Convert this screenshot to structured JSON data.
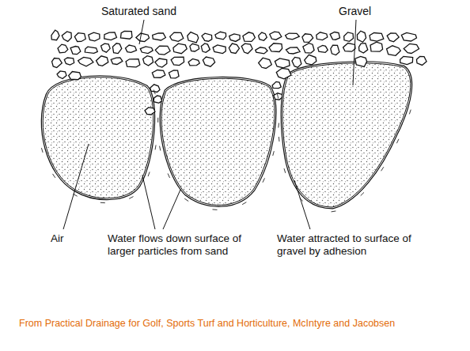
{
  "diagram": {
    "caption": "From Practical Drainage for Golf, Sports Turf and Horticulture, McIntyre and Jacobsen",
    "labels": [
      "Saturated sand",
      "Gravel",
      "Air",
      "Water flows down surface of larger particles from sand",
      "Water attracted to surface of gravel by adhesion"
    ]
  }
}
